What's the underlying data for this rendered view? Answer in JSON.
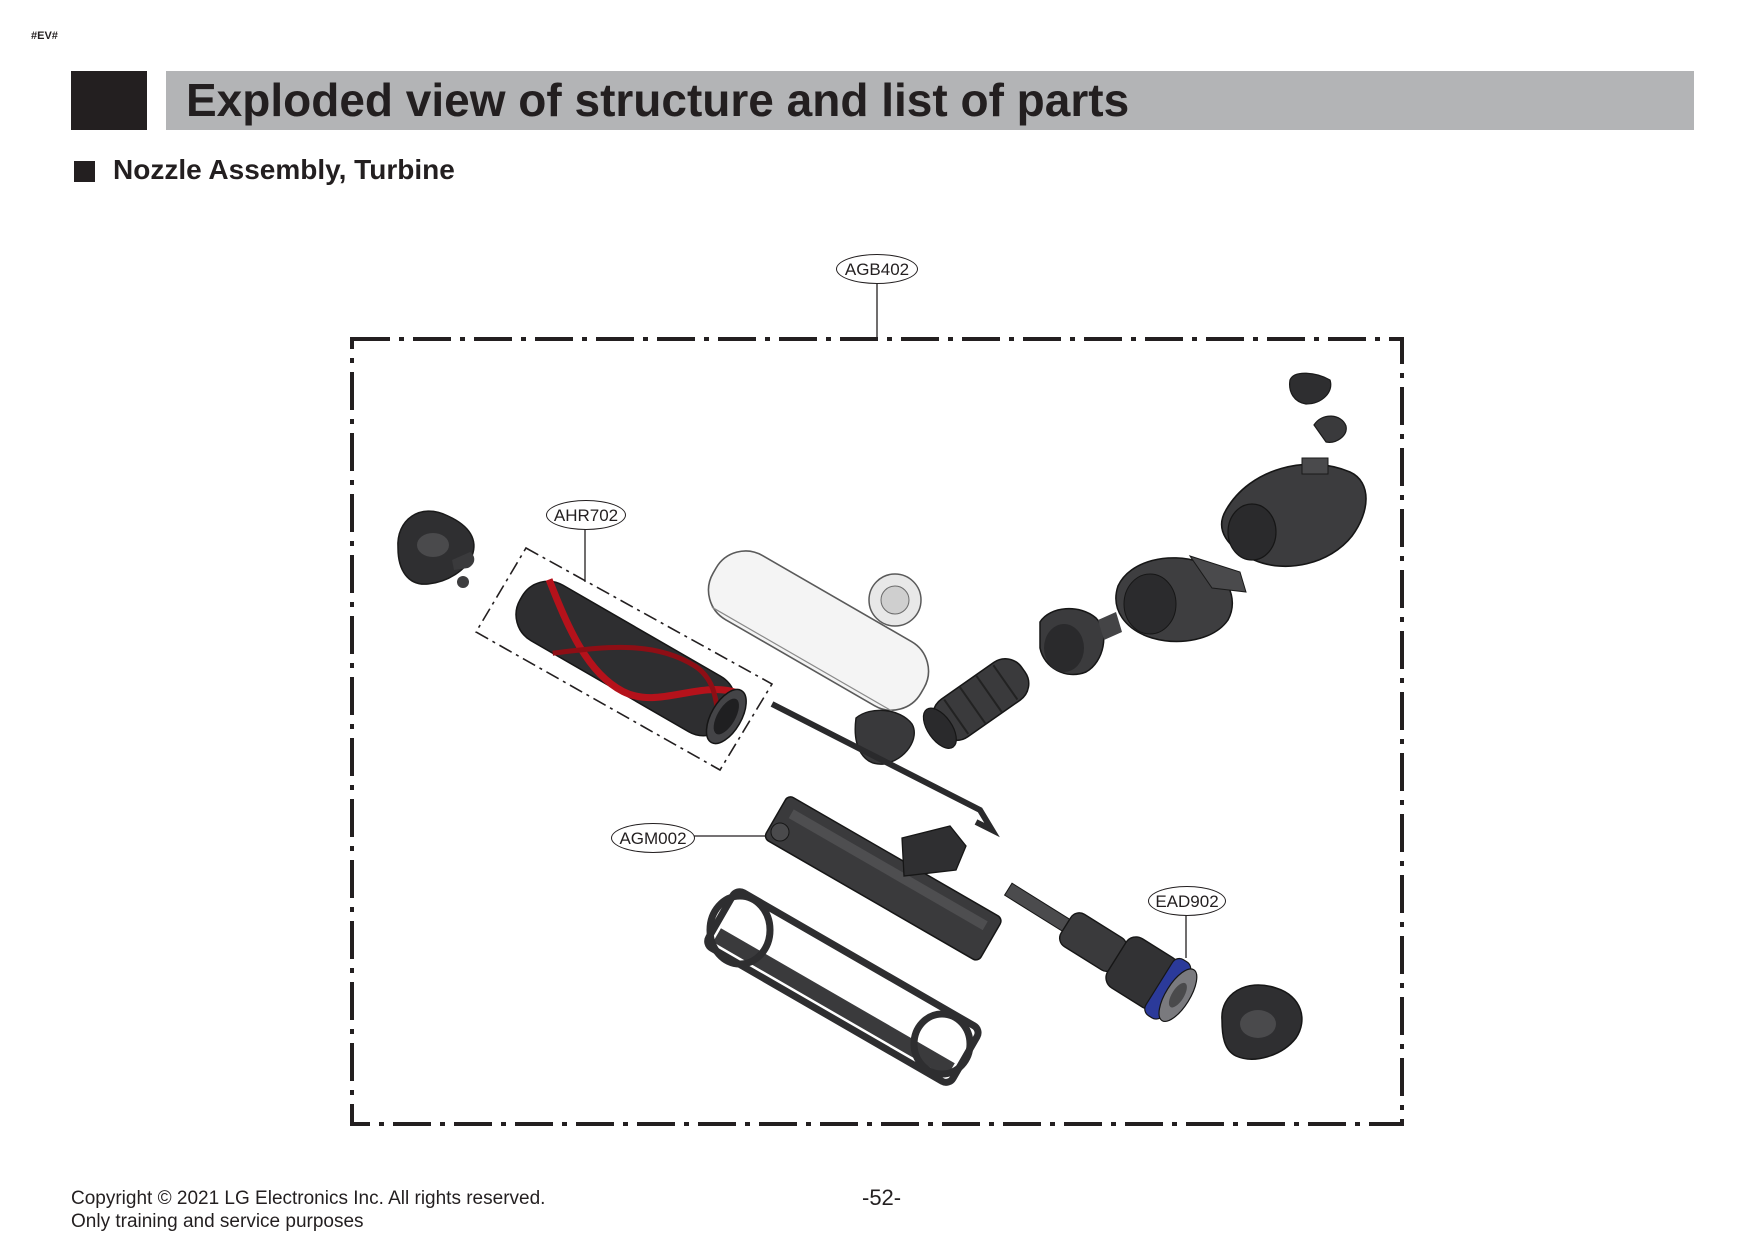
{
  "page": {
    "marker": "#EV#",
    "title": "Exploded view of structure and list of parts",
    "subtitle": "Nozzle Assembly, Turbine",
    "page_number": "-52-"
  },
  "callouts": {
    "assembly": "AGB402",
    "brush_roll": "AHR702",
    "base_frame": "AGM002",
    "motor": "EAD902"
  },
  "footer": {
    "copyright": "Copyright © 2021 LG Electronics Inc. All rights reserved.",
    "note": "Only training and service purposes"
  },
  "colors": {
    "header_bar": "#b3b4b6",
    "header_block": "#231f20",
    "brush_accent": "#b5121b",
    "motor_accent": "#2b3a9a"
  }
}
